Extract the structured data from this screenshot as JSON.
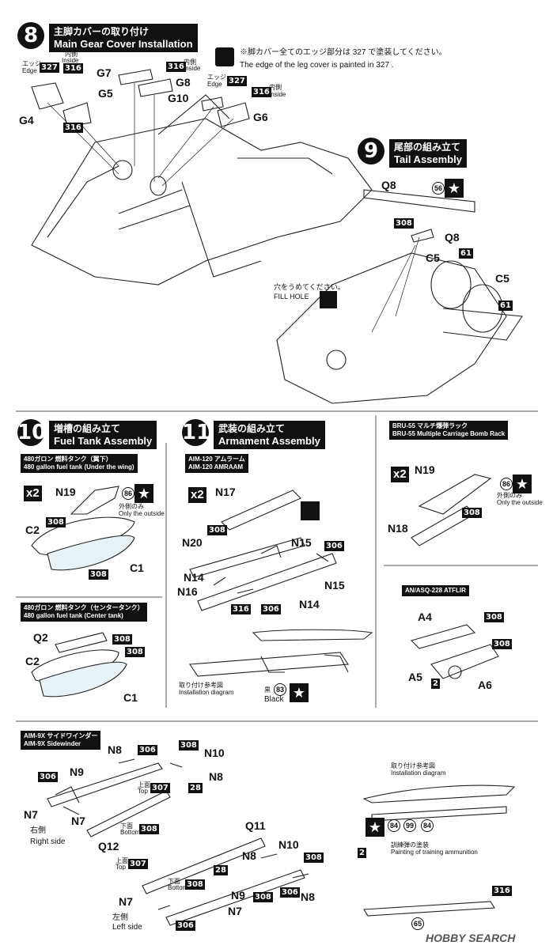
{
  "step8": {
    "num": "8",
    "title_jp": "主脚カバーの取り付け",
    "title_en": "Main Gear Cover Installation",
    "note_jp": "※脚カバー全てのエッジ部分は 327 で塗装してください。",
    "note_en": "The edge of the leg cover is painted in 327 .",
    "edge_jp": "エッジ",
    "edge_en": "Edge",
    "inside_jp": "内側",
    "inside_en": "Inside",
    "paints": {
      "p327": "327",
      "p316": "316"
    },
    "parts": {
      "g4": "G4",
      "g5": "G5",
      "g6": "G6",
      "g7": "G7",
      "g8": "G8",
      "g10": "G10"
    }
  },
  "step9": {
    "num": "9",
    "title_jp": "尾部の組み立て",
    "title_en": "Tail Assembly",
    "parts": {
      "q8a": "Q8",
      "q8b": "Q8",
      "c5a": "C5",
      "c5b": "C5"
    },
    "paints": {
      "p56": "56",
      "p308": "308",
      "p61a": "61",
      "p61b": "61"
    },
    "fill_jp": "穴をうめてください。",
    "fill_en": "FILL HOLE"
  },
  "step10": {
    "num": "10",
    "title_jp": "増槽の組み立て",
    "title_en": "Fuel Tank Assembly",
    "wing_jp": "480ガロン 燃料タンク（翼下）",
    "wing_en": "480 gallon fuel tank (Under the wing)",
    "center_jp": "480ガロン 燃料タンク（センタータンク）",
    "center_en": "480 gallon fuel tank (Center tank)",
    "x2": "x2",
    "outside_jp": "外側のみ",
    "outside_en": "Only the outside",
    "parts": {
      "n19": "N19",
      "c2a": "C2",
      "c1a": "C1",
      "q2": "Q2",
      "c2b": "C2",
      "c1b": "C1"
    },
    "paints": {
      "p86": "86",
      "p308a": "308",
      "p308b": "308",
      "p308c": "308",
      "p308d": "308"
    }
  },
  "step11": {
    "num": "11",
    "title_jp": "武装の組み立て",
    "title_en": "Armament Assembly",
    "amraam_jp": "AIM-120 アムラーム",
    "amraam_en": "AIM-120 AMRAAM",
    "x2": "x2",
    "parts": {
      "n17": "N17",
      "n20": "N20",
      "n15a": "N15",
      "n15b": "N15",
      "n14a": "N14",
      "n14b": "N14",
      "n16": "N16"
    },
    "paints": {
      "p308": "308",
      "p306": "306",
      "p316": "316",
      "p306b": "306",
      "p83": "83"
    },
    "install_jp": "取り付け参考図",
    "install_en": "Installation diagram",
    "black_jp": "黒",
    "black_en": "Black"
  },
  "bru": {
    "title_jp": "BRU-55 マルチ爆弾ラック",
    "title_en": "BRU-55 Multiple Carriage Bomb Rack",
    "x2": "x2",
    "parts": {
      "n19": "N19",
      "n18": "N18"
    },
    "paints": {
      "p86": "86",
      "p308": "308"
    },
    "outside_jp": "外側のみ",
    "outside_en": "Only the outside"
  },
  "atflir": {
    "title": "AN/ASQ-228 ATFLIR",
    "parts": {
      "a4": "A4",
      "a5": "A5",
      "a6": "A6"
    },
    "paints": {
      "p308a": "308",
      "p308b": "308",
      "p2": "2"
    }
  },
  "sidewinder": {
    "title_jp": "AIM-9X サイドワインダー",
    "title_en": "AIM-9X Sidewinder",
    "right_jp": "右側",
    "right_en": "Right side",
    "left_jp": "左側",
    "left_en": "Left side",
    "top_jp": "上面",
    "top_en": "Top",
    "bottom_jp": "下面",
    "bottom_en": "Bottom",
    "parts": {
      "n8a": "N8",
      "n10a": "N10",
      "n8b": "N8",
      "n9a": "N9",
      "n7a": "N7",
      "n7b": "N7",
      "q12": "Q12",
      "q11": "Q11",
      "n10b": "N10",
      "n8c": "N8",
      "n8d": "N8",
      "n9b": "N9",
      "n7c": "N7",
      "n7d": "N7"
    },
    "paints": {
      "p306a": "306",
      "p308a": "308",
      "p306b": "306",
      "p307a": "307",
      "p28a": "28",
      "p308b": "308",
      "p307b": "307",
      "p308c": "308",
      "p28b": "28",
      "p308d": "308",
      "p308e": "308",
      "p306c": "306",
      "p306d": "306"
    },
    "install_jp": "取り付け参考図",
    "install_en": "Installation diagram",
    "training_jp": "訓練弾の塗装",
    "training_en": "Painting of training ammunition",
    "tp84a": "84",
    "tp99": "99",
    "tp84b": "84",
    "tp2": "2",
    "tp65": "65",
    "tp316": "316"
  },
  "watermark": "HOBBY SEARCH"
}
